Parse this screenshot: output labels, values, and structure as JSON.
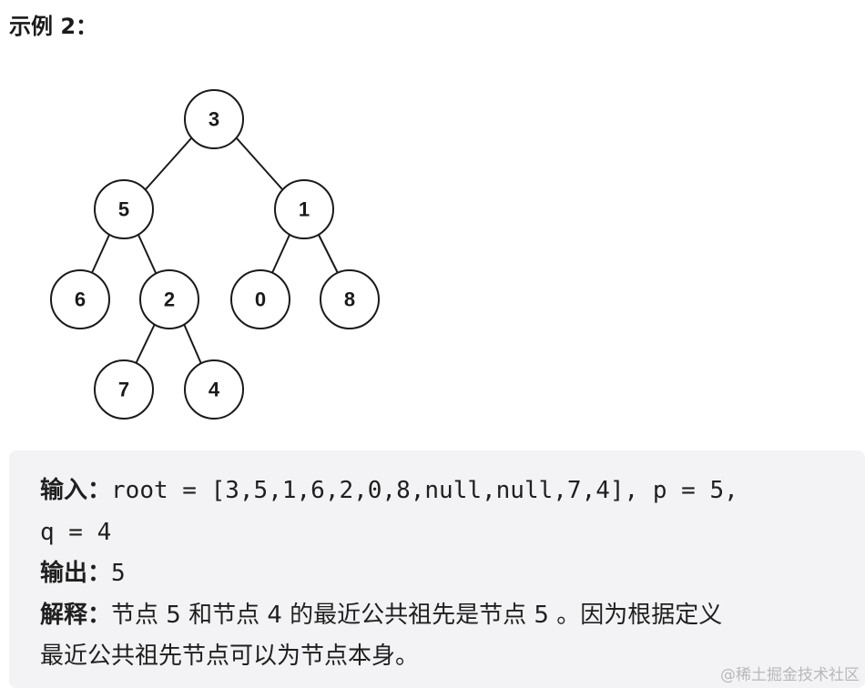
{
  "heading": "示例 2：",
  "tree": {
    "nodes": [
      {
        "id": "n3",
        "value": "3"
      },
      {
        "id": "n5",
        "value": "5"
      },
      {
        "id": "n1",
        "value": "1"
      },
      {
        "id": "n6",
        "value": "6"
      },
      {
        "id": "n2",
        "value": "2"
      },
      {
        "id": "n0",
        "value": "0"
      },
      {
        "id": "n8",
        "value": "8"
      },
      {
        "id": "n7",
        "value": "7"
      },
      {
        "id": "n4",
        "value": "4"
      }
    ]
  },
  "example": {
    "input_label": "输入：",
    "input_value_line1": "root = [3,5,1,6,2,0,8,null,null,7,4], p = 5,",
    "input_value_line2": "q = 4",
    "output_label": "输出：",
    "output_value": "5",
    "explain_label": "解释：",
    "explain_line1": "节点 5 和节点 4 的最近公共祖先是节点 5 。因为根据定义",
    "explain_line2": "最近公共祖先节点可以为节点本身。"
  },
  "watermark": "@稀土掘金技术社区"
}
